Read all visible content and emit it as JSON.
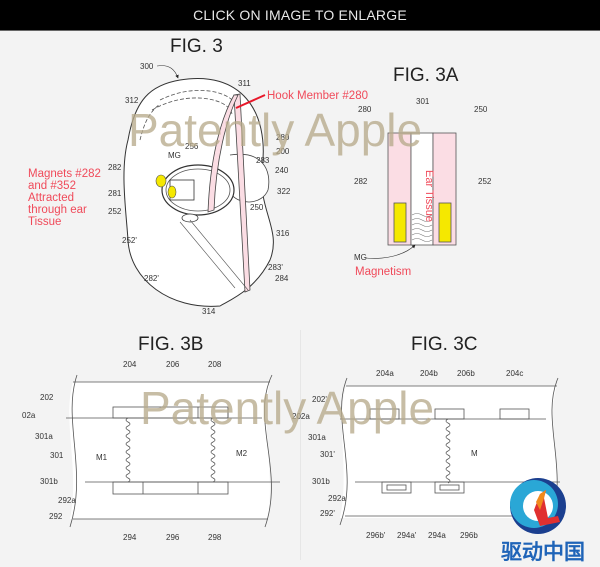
{
  "header": {
    "banner_text": "CLICK ON IMAGE TO ENLARGE"
  },
  "watermark": {
    "text_left": "Patently Apple",
    "text_bottom": "Patently Apple"
  },
  "logo": {
    "text": "驱动中国",
    "colors": {
      "ring_outer": "#1b3f8f",
      "ring_inner": "#2aa7d6",
      "bird_orange": "#f08a1c",
      "bird_red": "#e03030",
      "text": "#1f64b8"
    }
  },
  "fig3": {
    "title": "FIG. 3",
    "labels": [
      "300",
      "311",
      "312",
      "280",
      "200",
      "283",
      "240",
      "322",
      "250",
      "256",
      "MG",
      "282",
      "281",
      "252",
      "252'",
      "282'",
      "316",
      "283'",
      "284",
      "314"
    ],
    "annotations": {
      "hook": "Hook Member #280",
      "magnets_lines": [
        "Magnets #282",
        "and #352",
        "Attracted",
        "through ear",
        "Tissue"
      ]
    }
  },
  "fig3a": {
    "title": "FIG. 3A",
    "labels": [
      "280",
      "301",
      "250",
      "282",
      "252",
      "MG"
    ],
    "annotations": {
      "ear_tissue": "Ear Tissue",
      "magnetism": "Magnetism"
    }
  },
  "fig3b": {
    "title": "FIG. 3B",
    "labels_top": [
      "204",
      "206",
      "208"
    ],
    "labels_left": [
      "202",
      "02a",
      "301a",
      "301",
      "301b",
      "292a",
      "292"
    ],
    "labels_mid": [
      "M1",
      "M2"
    ],
    "labels_bottom": [
      "294",
      "296",
      "298"
    ]
  },
  "fig3c": {
    "title": "FIG. 3C",
    "labels_top": [
      "204a",
      "204b",
      "206b",
      "204c"
    ],
    "labels_left": [
      "202'",
      "202a",
      "301a",
      "301'",
      "301b",
      "292a",
      "292'"
    ],
    "labels_mid": [
      "M"
    ],
    "labels_bottom": [
      "296b'",
      "294a'",
      "294a",
      "296b"
    ]
  },
  "colors": {
    "pink_fill": "#fbdde4",
    "yellow_magnet": "#f5e800",
    "red_annotation": "#f04a5a",
    "hook_line": "#e8182a",
    "background": "#f3f3f3"
  }
}
